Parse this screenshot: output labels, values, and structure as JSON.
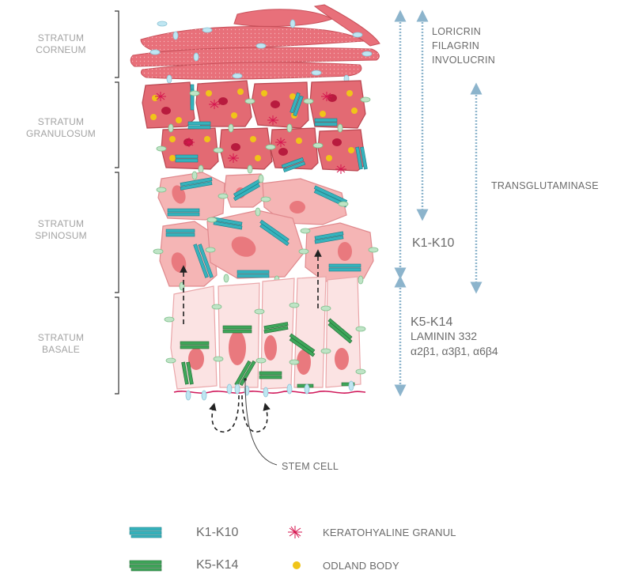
{
  "layers": {
    "corneum": [
      "STRATUM",
      "CORNEUM"
    ],
    "granulosum": [
      "STRATUM",
      "GRANULOSUM"
    ],
    "spinosum": [
      "STRATUM",
      "SPINOSUM"
    ],
    "basale": [
      "STRATUM",
      "BASALE"
    ]
  },
  "markers": {
    "cornified": [
      "LORICRIN",
      "FILAGRIN",
      "INVOLUCRIN"
    ],
    "transglutaminase": "TRANSGLUTAMINASE",
    "suprabasal": "K1-K10",
    "basal_keratin": "K5-K14",
    "basal_extra": [
      "LAMININ 332",
      "α2β1, α3β1, α6β4"
    ]
  },
  "stem_cell_label": "STEM CELL",
  "legend": {
    "k1k10": "K1-K10",
    "k5k14": "K5-K14",
    "keratohyaline": "KERATOHYALINE GRANUL",
    "odland": "ODLAND BODY"
  },
  "colors": {
    "corneum_fill": "#e8707a",
    "granular_fill": "#e36a73",
    "spinous_fill": "#f5b5b5",
    "basal_fill": "#fbe3e3",
    "nucleus": "#e9797e",
    "k1k10": "#36b3bd",
    "k5k14": "#3ea65a",
    "desmosome": "#bfe4c6",
    "corneodesmosome": "#bfe6f2",
    "granule": "#d6164f",
    "odland": "#f0c419",
    "arrow": "#8cb4cc",
    "membrane": "#d0185a"
  }
}
